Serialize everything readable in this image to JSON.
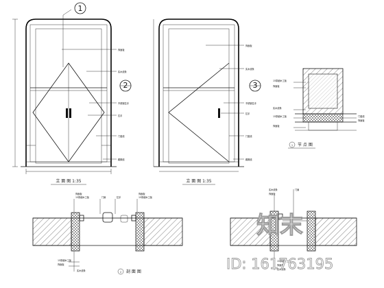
{
  "drawing": {
    "elevations": [
      {
        "caption": "立 面 图 1:35",
        "marker_numbers": [
          "1",
          "2"
        ]
      },
      {
        "caption": "立 面 图 1:35",
        "marker_numbers": [
          "3"
        ]
      }
    ],
    "sections": [
      {
        "caption": "节 点 图",
        "marker_number": "1"
      },
      {
        "caption": "剖 面 图",
        "marker_number": "2"
      }
    ],
    "watermark": {
      "text": "知末",
      "id_text": "ID: 161763195"
    }
  }
}
